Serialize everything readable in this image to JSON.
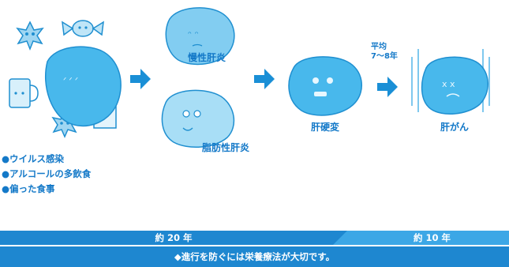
{
  "causes": [
    "●ウイルス感染",
    "●アルコールの多飲食",
    "●偏った食事"
  ],
  "stages": {
    "chronic_hepatitis": "慢性肝炎",
    "fatty_hepatitis": "脂肪性肝炎",
    "cirrhosis": "肝硬変",
    "liver_cancer": "肝がん"
  },
  "annotation": {
    "line1": "平均",
    "line2": "7～8年"
  },
  "timeline": {
    "first_period": "約 20 年",
    "second_period": "約 10 年"
  },
  "message": "◆進行を防ぐには栄養療法が大切です。",
  "colors": {
    "liver": "#48b8ec",
    "liver_stroke": "#1f8fd0",
    "arrow": "#1a8fd6",
    "bar_dark": "#1e87d0",
    "bar_light": "#3ca7e6",
    "text": "#1479c8"
  }
}
